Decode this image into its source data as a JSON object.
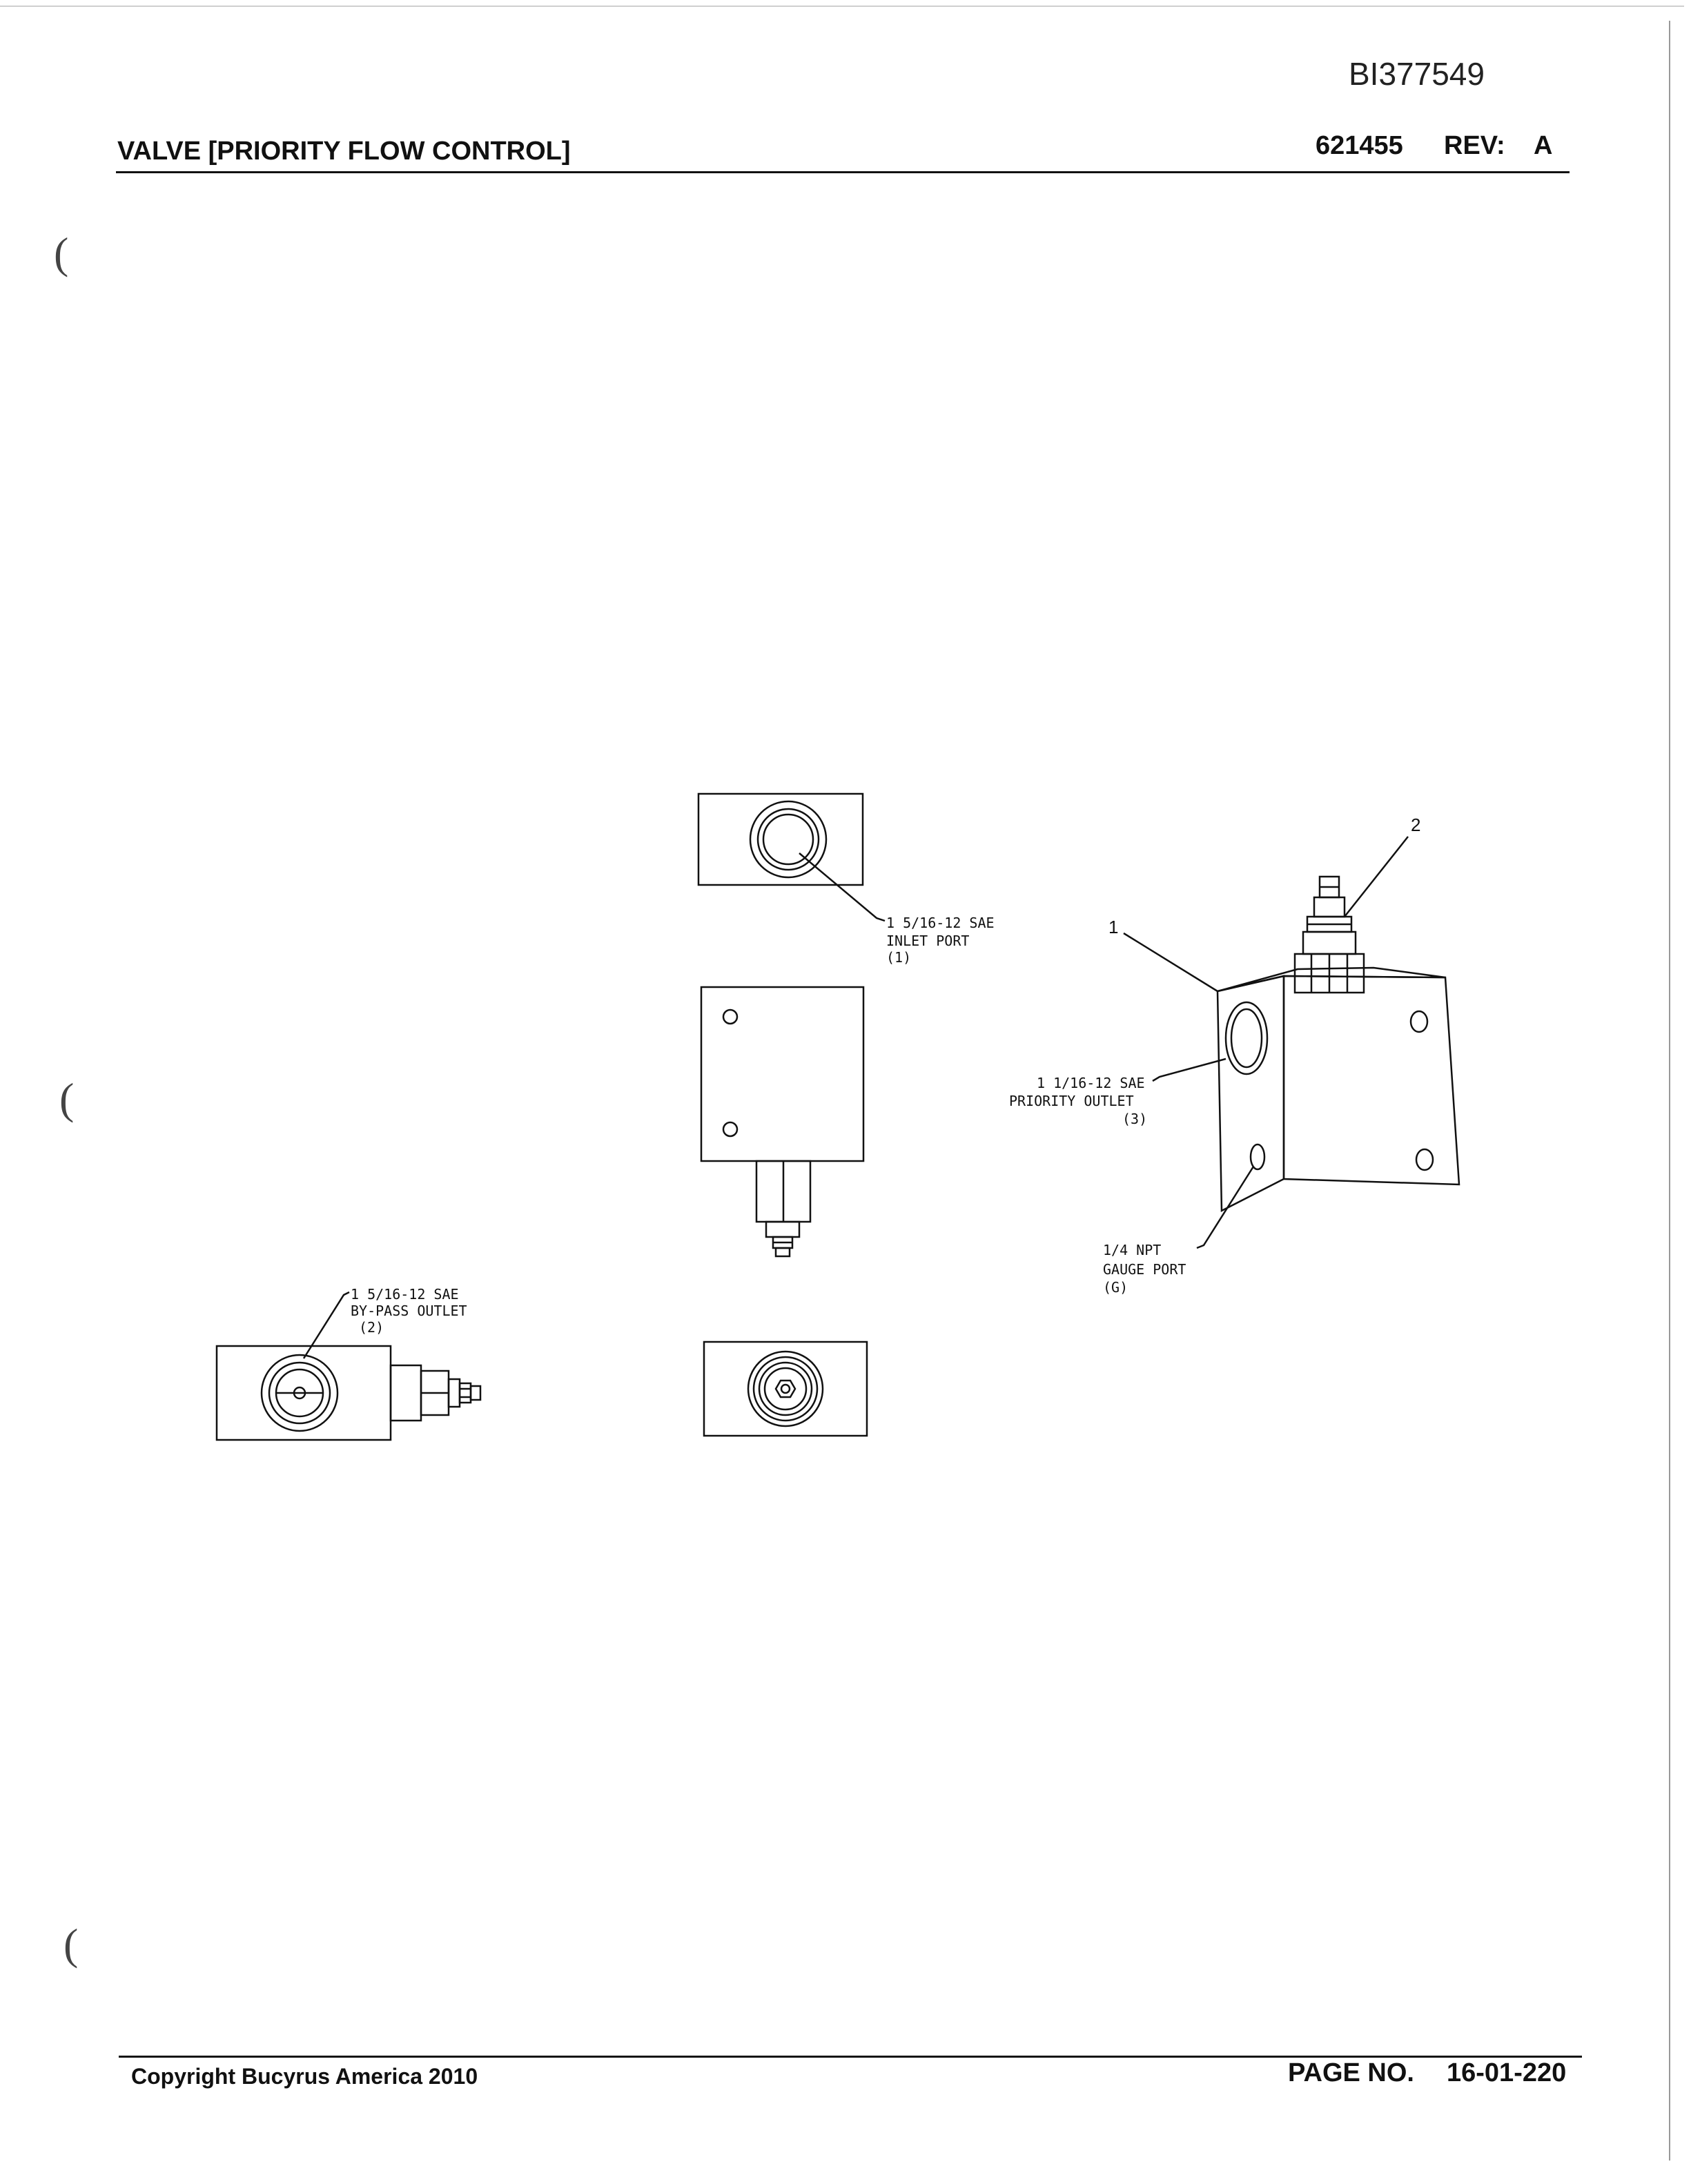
{
  "header": {
    "doc_id": "BI377549",
    "title": "VALVE [PRIORITY FLOW CONTROL]",
    "part_number": "621455",
    "rev_label": "REV:",
    "rev_value": "A"
  },
  "drawing": {
    "inlet_port": {
      "line1": "1 5/16-12 SAE",
      "line2": "INLET PORT",
      "line3": "(1)"
    },
    "priority_outlet": {
      "line1": "1 1/16-12 SAE",
      "line2": "PRIORITY OUTLET",
      "line3": "(3)"
    },
    "gauge_port": {
      "line1": "1/4 NPT",
      "line2": "GAUGE PORT",
      "line3": "(G)"
    },
    "bypass_outlet": {
      "line1": "1 5/16-12 SAE",
      "line2": "BY-PASS OUTLET",
      "line3": "(2)"
    },
    "callout_1": "1",
    "callout_2": "2"
  },
  "footer": {
    "copyright": "Copyright Bucyrus America 2010",
    "page_label": "PAGE NO.",
    "page_value": "16-01-220"
  }
}
